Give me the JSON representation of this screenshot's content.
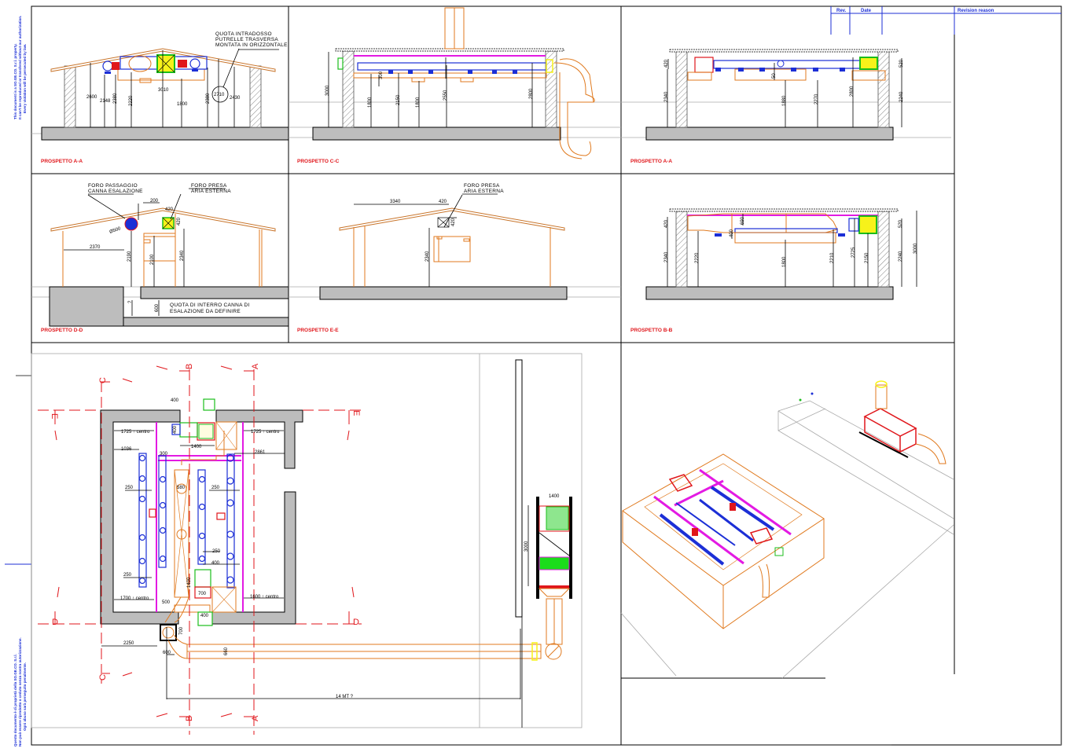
{
  "legal_notice_top": {
    "lines": [
      "This document is a SO.GE.CO. S.r.l. property.",
      "It can't be reproduced or transfered without our authorization.",
      "Every violation will be persecuted by law."
    ]
  },
  "legal_notice_bottom": {
    "lines": [
      "Questo documento è di proprietà della SO.GE.CO. S.r.l.",
      "Non può essere riprodotto o ceduto senza nostra autorizzazione.",
      "Ogni abuso sarà perseguito penalmente."
    ]
  },
  "revision_table": {
    "col_rev": "Rev.",
    "col_date": "Date",
    "col_reason": "Revision reason"
  },
  "views": {
    "prospetto_aa_1": {
      "title": "PROSPETTO A-A",
      "note": [
        "QUOTA INTRADOSSO",
        "PUTRELLE TRASVERSA",
        "MONTATA IN ORIZZONTALE"
      ],
      "dims": [
        "2600",
        "2148",
        "2380",
        "2220",
        "3010",
        "1800",
        "2380",
        "2710",
        "2430"
      ]
    },
    "prospetto_cc": {
      "title": "PROSPETTO C-C",
      "dims": [
        "3000",
        "1800",
        "300",
        "2150",
        "1800",
        "2550",
        "2800"
      ]
    },
    "prospetto_aa_2": {
      "title": "PROSPETTO A-A",
      "dims": [
        "420",
        "2340",
        "50",
        "1880",
        "2270",
        "2800",
        "520",
        "2240"
      ]
    },
    "prospetto_dd": {
      "title": "PROSPETTO D-D",
      "note_flue": [
        "FORO PASSAGGIO",
        "CANNA ESALAZIONE"
      ],
      "note_intake": [
        "FORO PRESA",
        "ARIA ESTERNA"
      ],
      "note_buried": [
        "QUOTA DI INTERRO CANNA DI",
        "ESALAZIONE DA DEFINIRE"
      ],
      "dims": [
        "200",
        "420",
        "Ø500",
        "420",
        "2370",
        "2190",
        "2100",
        "2340",
        "?",
        "600"
      ]
    },
    "prospetto_ee": {
      "title": "PROSPETTO E-E",
      "note_intake": [
        "FORO PRESA",
        "ARIA ESTERNA"
      ],
      "dims": [
        "3340",
        "420",
        "420",
        "2340"
      ]
    },
    "prospetto_bb": {
      "title": "PROSPETTO B-B",
      "dims": [
        "420",
        "690",
        "400",
        "2340",
        "2220",
        "1800",
        "2210",
        "2725",
        "2150",
        "520",
        "2240",
        "3000"
      ]
    }
  },
  "plan": {
    "section_marks": [
      "A",
      "B",
      "C",
      "D",
      "E"
    ],
    "dims": {
      "d400_top": "400",
      "d1725_left": "1725 ↑ centro",
      "d1725_right": "1725 ↑ centro",
      "d1036": "1036",
      "d400_vert": "400",
      "d1400": "1400",
      "d2861": "2861",
      "d300": "300",
      "d250_a": "250",
      "d250_b": "250",
      "d580": "580",
      "d250_c": "250",
      "d400_c": "400",
      "d250_d": "250",
      "d1400_v": "1400",
      "d700": "700",
      "d1700_left": "1700 ↑ centro",
      "d1600_right": "1600 ↑ centro",
      "d500": "500",
      "d400_b": "400",
      "d700_v": "700",
      "d2250": "2250",
      "d600": "600",
      "d660": "660",
      "d14mt": "14 MT ?"
    }
  },
  "side_unit": {
    "dims": [
      "1400",
      "3000"
    ]
  },
  "colors": {
    "duct_orange": "#e07a1f",
    "pipe_blue": "#1c2fd6",
    "beam_magenta": "#e31ae3",
    "unit_red": "#e0161b",
    "filter_green": "#1bbd1b",
    "slab_grey": "#bdbdbd",
    "title_red": "#e0161b"
  }
}
